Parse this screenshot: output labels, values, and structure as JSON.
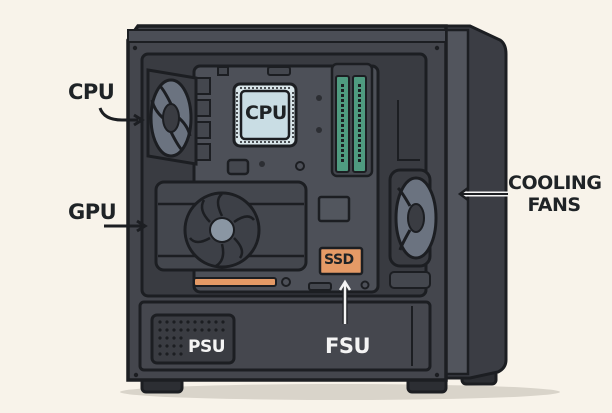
{
  "diagram": {
    "title": "PC case components",
    "labels": {
      "cpu_callout": "CPU",
      "gpu_callout": "GPU",
      "cooling_line1": "COOLING",
      "cooling_line2": "FANS",
      "cpu_chip": "CPU",
      "ssd_chip": "SSD",
      "psu_badge": "PSU",
      "fsu_callout": "FSU"
    },
    "colors": {
      "background": "#f8f3ea",
      "case_dark": "#3a3c42",
      "case_mid": "#4a4d55",
      "outline": "#1c1e22",
      "cpu_chip": "#c9dde4",
      "ram_green": "#4f9b80",
      "ssd_orange": "#e59a66",
      "fan_blade": "#6b7380"
    }
  }
}
